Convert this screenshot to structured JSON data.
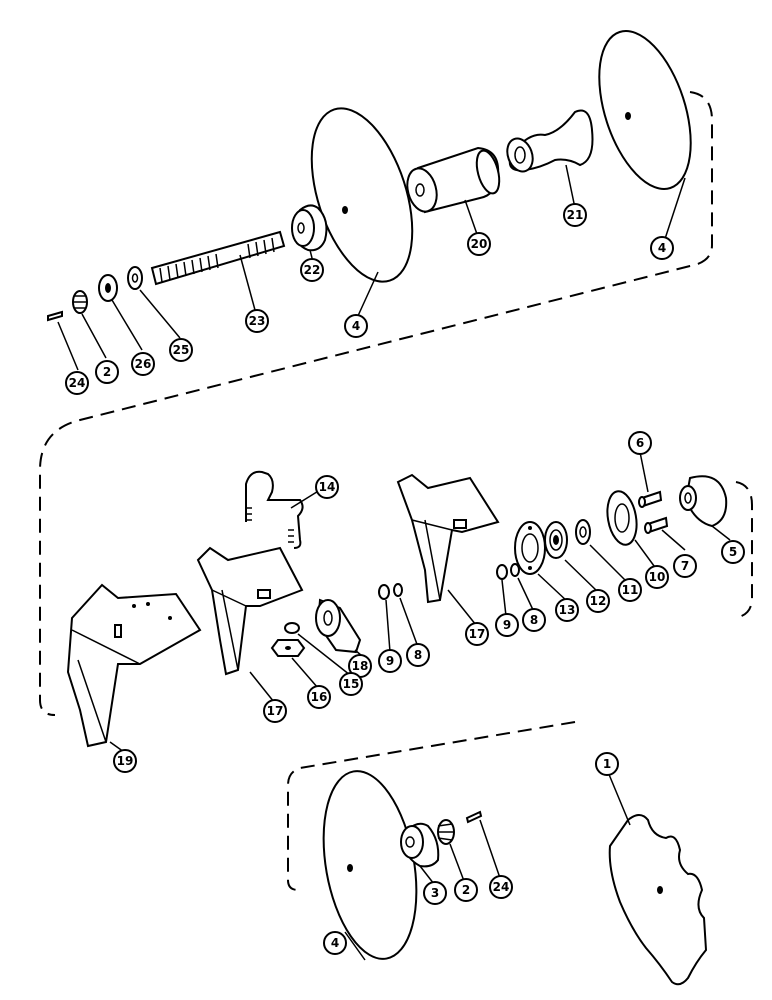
{
  "callouts": {
    "c1": "1",
    "c2a": "2",
    "c2b": "2",
    "c3": "3",
    "c4a": "4",
    "c4b": "4",
    "c4c": "4",
    "c5": "5",
    "c6": "6",
    "c7": "7",
    "c8a": "8",
    "c8b": "8",
    "c9a": "9",
    "c9b": "9",
    "c10": "10",
    "c11": "11",
    "c12": "12",
    "c13": "13",
    "c14": "14",
    "c15": "15",
    "c16": "16",
    "c17a": "17",
    "c17b": "17",
    "c18": "18",
    "c19": "19",
    "c20": "20",
    "c21": "21",
    "c22": "22",
    "c23": "23",
    "c24a": "24",
    "c24b": "24",
    "c25": "25",
    "c26": "26"
  }
}
